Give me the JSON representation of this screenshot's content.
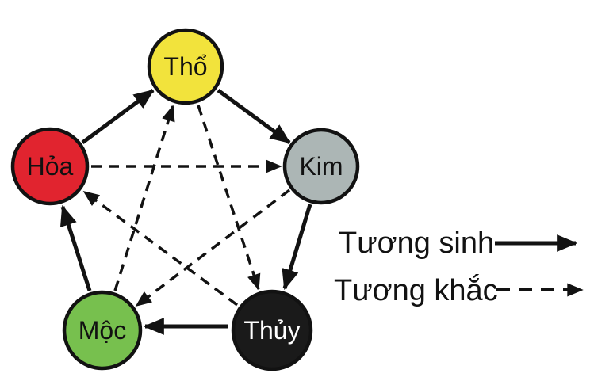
{
  "page": {
    "background_color": "#ffffff"
  },
  "diagram": {
    "name": "ngu-hanh-five-elements",
    "outline_color": "#121212",
    "arrow_color": "#121212",
    "nodes": [
      {
        "id": "tho",
        "label": "Thổ",
        "color": "#f2e33c",
        "text_color": "#111111"
      },
      {
        "id": "kim",
        "label": "Kim",
        "color": "#acb6b5",
        "text_color": "#111111"
      },
      {
        "id": "thuy",
        "label": "Thủy",
        "color": "#1a1a1a",
        "text_color": "#ffffff"
      },
      {
        "id": "moc",
        "label": "Mộc",
        "color": "#77c04e",
        "text_color": "#111111"
      },
      {
        "id": "hoa",
        "label": "Hỏa",
        "color": "#e1242f",
        "text_color": "#111111"
      }
    ],
    "relations": {
      "sinh": [
        "Hỏa → Thổ",
        "Thổ → Kim",
        "Kim → Thủy",
        "Thủy → Mộc",
        "Mộc → Hỏa"
      ],
      "khac": [
        "Hỏa → Kim",
        "Thổ → Thủy",
        "Kim → Mộc",
        "Thủy → Hỏa",
        "Mộc → Thổ"
      ]
    }
  },
  "legend": {
    "sinh_label": "Tương sinh",
    "khac_label": "Tương khắc"
  }
}
